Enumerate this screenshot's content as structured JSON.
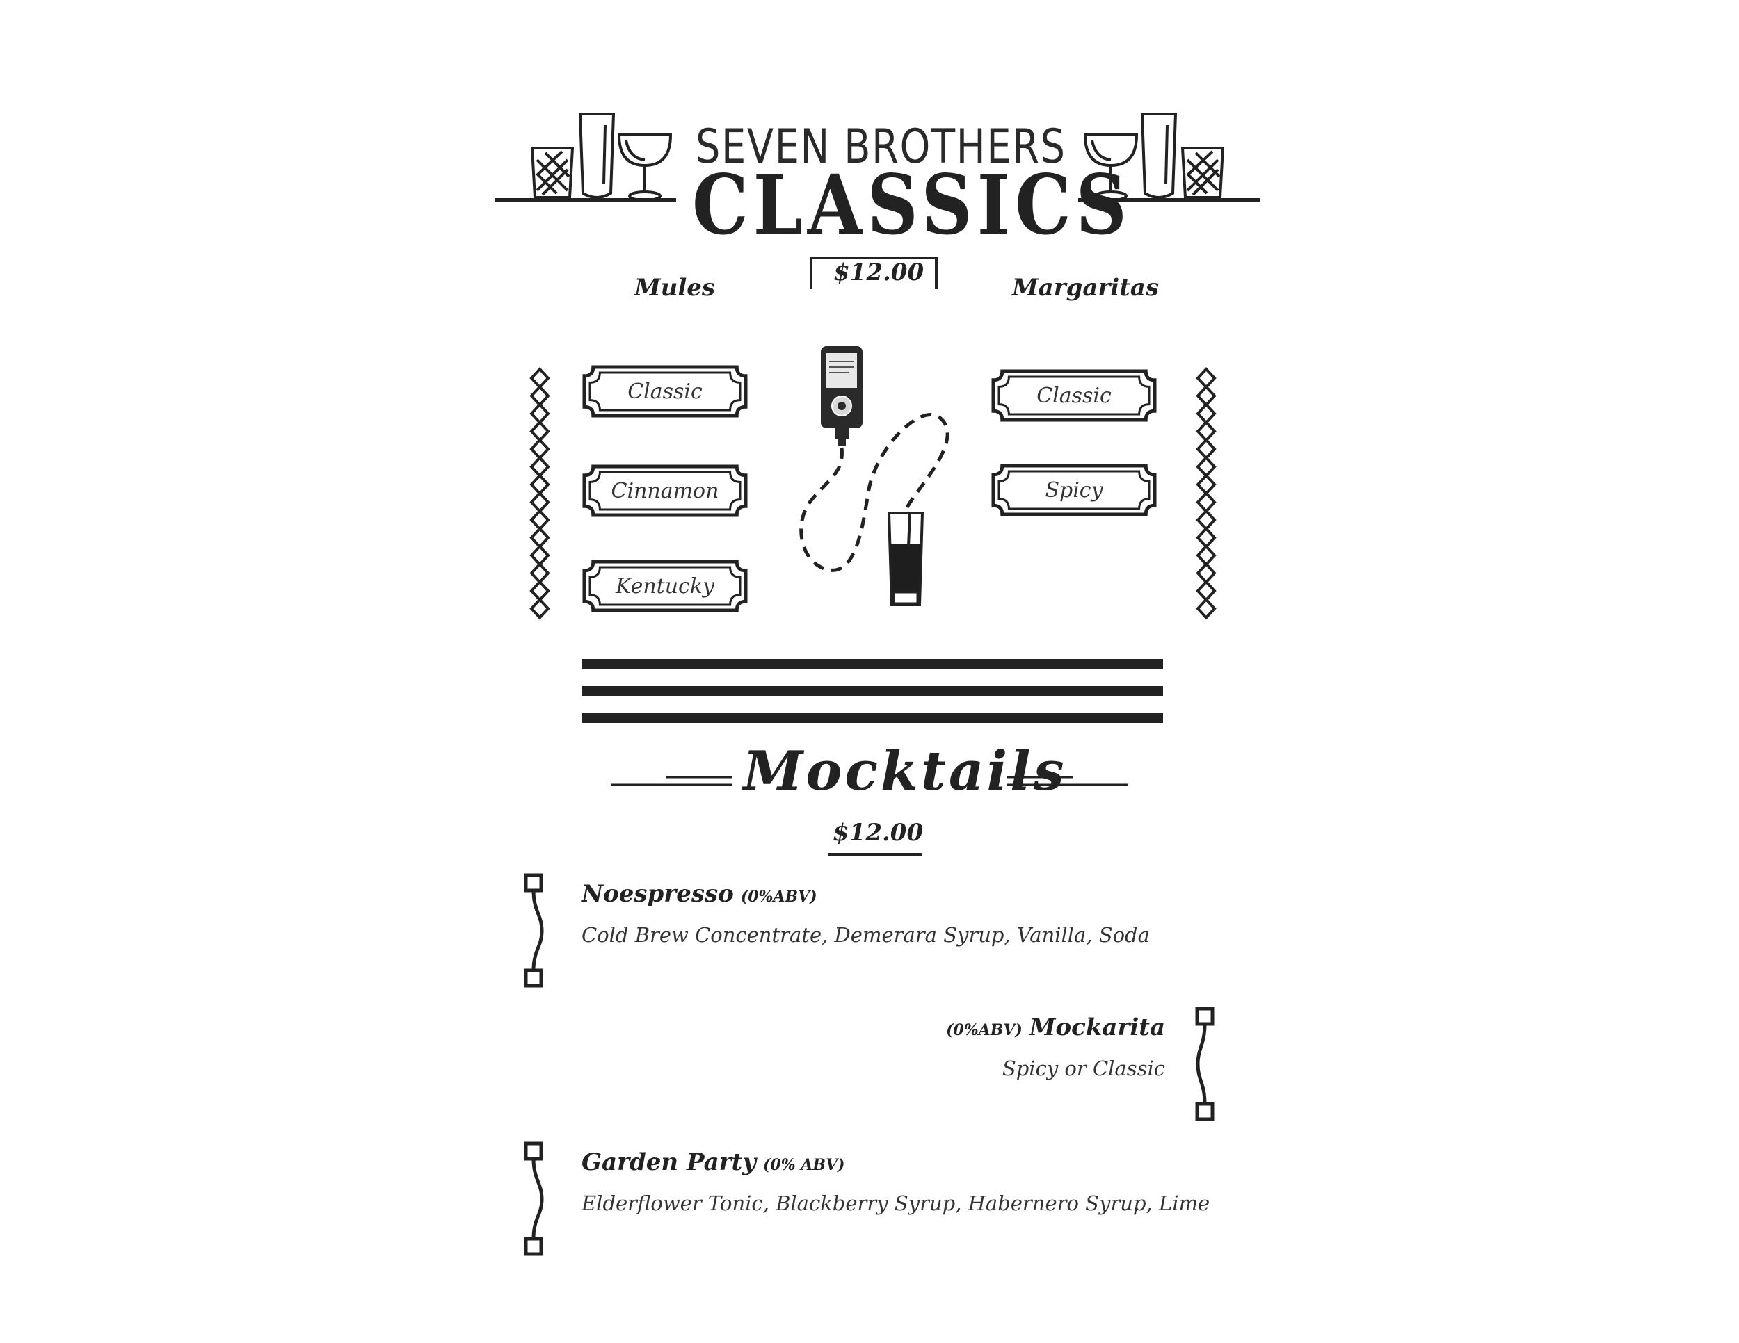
{
  "header": {
    "brand": "SEVEN BROTHERS",
    "title": "CLASSICS"
  },
  "classics": {
    "price": "$12.00",
    "columns": [
      {
        "heading": "Mules",
        "items": [
          "Classic",
          "Cinnamon",
          "Kentucky"
        ]
      },
      {
        "heading": "Margaritas",
        "items": [
          "Classic",
          "Spicy"
        ]
      }
    ]
  },
  "mocktails": {
    "title": "Mocktails",
    "price": "$12.00",
    "items": [
      {
        "name": "Noespresso",
        "abv": "(0%ABV)",
        "description": "Cold Brew Concentrate, Demerara Syrup, Vanilla, Soda"
      },
      {
        "name": "Mockarita",
        "abv": "(0%ABV)",
        "description": "Spicy or Classic"
      },
      {
        "name": "Garden Party",
        "abv": "(0% ABV)",
        "description": "Elderflower Tonic, Blackberry Syrup, Habernero Syrup, Lime"
      }
    ]
  },
  "colors": {
    "ink": "#222222",
    "background": "#ffffff"
  }
}
